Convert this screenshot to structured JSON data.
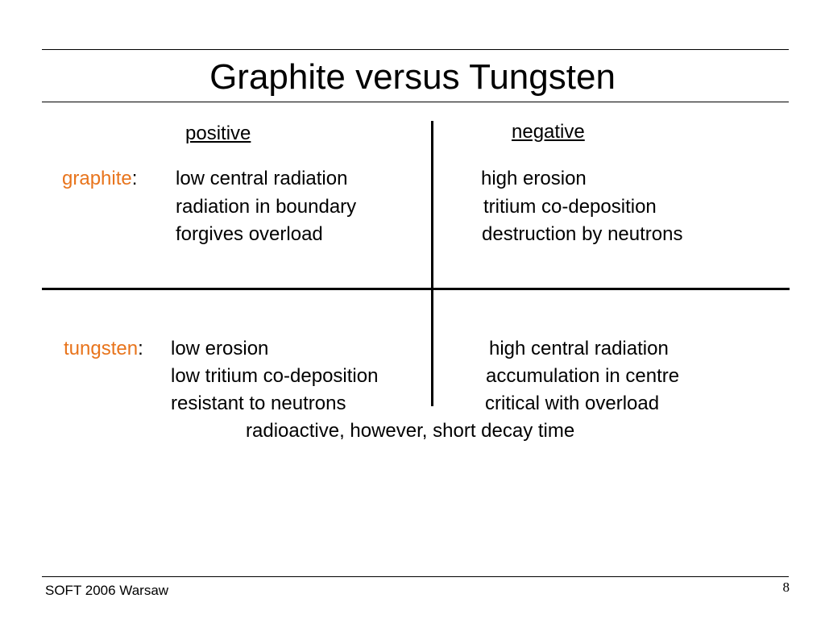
{
  "slide": {
    "title": "Graphite versus Tungsten",
    "columns": {
      "positive": "positive",
      "negative": "negative"
    },
    "graphite": {
      "label": "graphite",
      "colon": ":",
      "positive": [
        "low central radiation",
        "radiation in boundary",
        "forgives overload"
      ],
      "negative": [
        "high erosion",
        "tritium co-deposition",
        "destruction by neutrons"
      ]
    },
    "tungsten": {
      "label": "tungsten",
      "colon": ":",
      "positive": [
        "low erosion",
        "low tritium co-deposition",
        "resistant to neutrons"
      ],
      "negative": [
        "high central radiation",
        "accumulation in centre",
        "critical with overload"
      ],
      "note": "radioactive, however, short decay time"
    },
    "label_color": "#e8741c"
  },
  "footer": {
    "left": "SOFT 2006 Warsaw",
    "page_number": "8"
  }
}
